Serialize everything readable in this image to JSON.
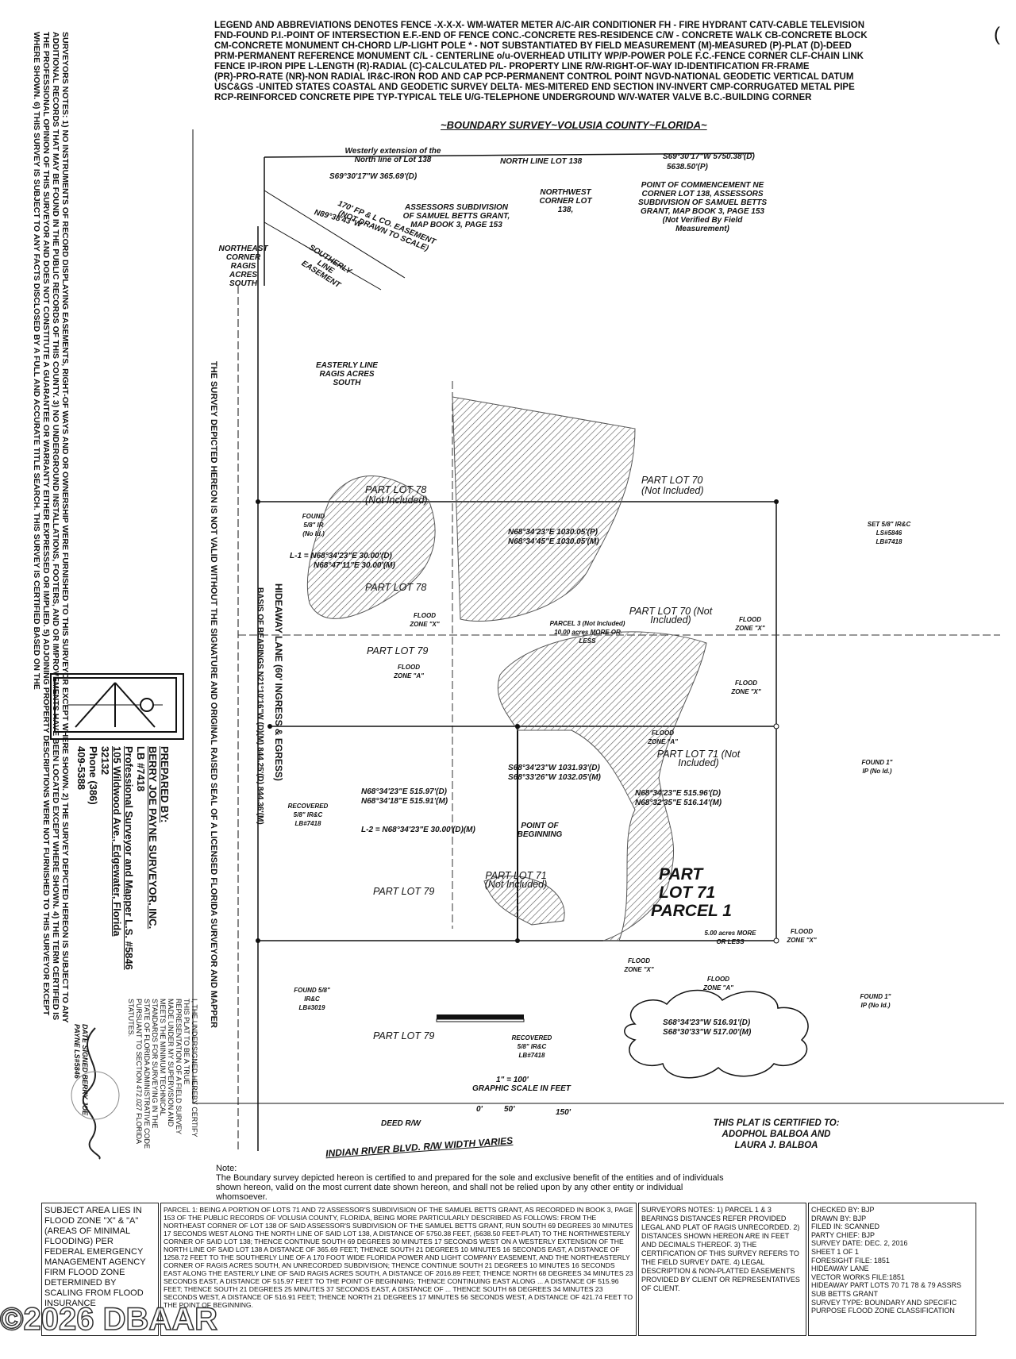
{
  "legend": {
    "lines": [
      "LEGEND AND ABBREVIATIONS   DENOTES FENCE -X-X-X-   WM-WATER METER   A/C-AIR CONDITIONER   FH - FIRE HYDRANT   CATV-CABLE TELEVISION",
      "FND-FOUND   P.I.-POINT OF INTERSECTION   E.F.-END OF FENCE   CONC.-CONCRETE   RES-RESIDENCE   C/W - CONCRETE WALK   CB-CONCRETE BLOCK",
      "CM-CONCRETE MONUMENT   CH-CHORD   L/P-LIGHT POLE   * - NOT SUBSTANTIATED BY FIELD MEASUREMENT   (M)-MEASURED  (P)-PLAT  (D)-DEED",
      "PRM-PERMANENT REFERENCE MONUMENT   C/L - CENTERLINE  o/u-OVERHEAD UTILITY   WP/P-POWER POLE   F.C.-FENCE CORNER   CLF-CHAIN LINK",
      "FENCE   IP-IRON PIPE   L-LENGTH   (R)-RADIAL   (C)-CALCULATED   P/L- PROPERTY LINE   R/W-RIGHT-OF-WAY   ID-IDENTIFICATION   FR-FRAME",
      "(PR)-PRO-RATE   (NR)-NON RADIAL   IR&C-IRON ROD AND CAP   PCP-PERMANENT CONTROL POINT   NGVD-NATIONAL GEODETIC VERTICAL DATUM",
      "USC&GS -UNITED STATES COASTAL AND GEODETIC SURVEY   DELTA-   MES-MITERED END SECTION   INV-INVERT   CMP-CORRUGATED METAL PIPE",
      "RCP-REINFORCED CONCRETE PIPE   TYP-TYPICAL   TELE U/G-TELEPHONE UNDERGROUND W/V-WATER VALVE   B.C.-BUILDING CORNER"
    ]
  },
  "survey_title": "~BOUNDARY SURVEY~VOLUSIA COUNTY~FLORIDA~",
  "side_notes": {
    "surveyors_notes": "SURVEYORS NOTES: 1) NO INSTRUMENTS OF RECORD DISPLAYING EASEMENTS, RIGHT-OF WAYS AND OR OWNERSHIP WERE FURNISHED TO THIS SURVEYOR EXCEPT WHERE SHOWN. 2) THE SURVEY DEPICTED HEREON IS SUBJECT TO ANY ADDITIONAL RECORDS THAT MAY BE FOUND IN THE PUBLIC RECORDS OF THIS COUNTY. 3) NO UNDERGROUND INSTALLATIONS, FOOTERS, AND OR IMPROVEMENTS HAVE BEEN LOCATED EXCEPT WHERE SHOWN. 4) THE TERM CERTIFIED IS THE PROFESSIONAL OPINION OF THIS SURVEYOR AND DOES NOT CONSTITUTE A GUARANTEE OR WARRANTY EITHER EXPRESSED OR IMPLIED. 5) ADJOINING PROPERTY DESCRIPTIONS WERE NOT FURNISHED TO THIS SURVEYOR EXCEPT WHERE SHOWN. 6) THIS SURVEY IS SUBJECT TO ANY FACTS DISCLOSED BY A FULL AND ACCURATE TITLE SEARCH. THIS SURVEY IS CERTIFIED BASED ON THE",
    "validity": "THE SURVEY DEPICTED HEREON IS NOT VALID WITHOUT THE SIGNATURE AND ORIGINAL RAISED SEAL OF A LICENSED FLORIDA SURVEYOR AND MAPPER"
  },
  "plat_labels": {
    "westerly_extension": "Westerly extension of the North line of Lot 138",
    "north_line": "NORTH LINE LOT 138",
    "bearing_top_d": "S69°30'17\"W 5750.38'(D)",
    "bearing_top_p": "5638.50'(P)",
    "bearing_365": "S69°30'17\"W 365.69'(D)",
    "nw_corner": "NORTHWEST CORNER LOT 138,",
    "assessors": "ASSESSORS SUBDIVISION OF SAMUEL BETTS GRANT, MAP BOOK 3, PAGE 153",
    "poc": "POINT OF COMMENCEMENT NE CORNER LOT 138, ASSESSORS SUBDIVISION OF SAMUEL BETTS GRANT, MAP BOOK 3, PAGE 153 (Not Verified By Field Measurement)",
    "ne_corner_ragis": "NORTHEAST CORNER RAGIS ACRES SOUTH",
    "easement": "170' FP & L CO. EASEMENT (NOT DRAWN TO SCALE)",
    "southerly_line": "SOUTHERLY LINE EASEMENT",
    "n89": "N89°38'43\"W",
    "easterly_line": "EASTERLY LINE RAGIS ACRES SOUTH",
    "part_lot_78_top": "PART LOT 78",
    "not_included": "(Not Included)",
    "part_lot_70_top": "PART LOT 70",
    "n68_d": "N68°34'23\"E 1030.05'(P)",
    "n68_m": "N68°34'45\"E 1030.05'(M)",
    "l1": "L-1 = N68°34'23\"E 30.00'(D)",
    "l1b": "N68°47'11\"E 30.00'(M)",
    "found_5_8": "FOUND 5/8\" IR (No Id.)",
    "set_ir": "SET 5/8\" IR&C LS#5846 LB#7418",
    "part_lot_78": "PART LOT 78",
    "flood_x": "FLOOD ZONE \"X\"",
    "flood_a": "FLOOD ZONE \"A\"",
    "parcel3": "PARCEL 3 (Not Included) 10.00 acres MORE OR LESS",
    "part_lot_79": "PART LOT 79",
    "part_lot_70": "PART LOT 70 (Not Included)",
    "hideaway": "HIDEAWAY LANE (60' INGRESS & EGRESS)",
    "basis": "BASIS OF BEARINGS N21°10'16\"W (D)(M) 844.25'(D) 844.36'(M)",
    "part_lot_71_top": "PART LOT 71 (Not Included)",
    "s68_d": "S68°34'23\"W 1031.93'(D)",
    "s68_m": "S68°33'26\"W 1032.05'(M)",
    "n68_515d": "N68°34'23\"E 515.97'(D)",
    "n68_515m": "N68°34'18\"E 515.91'(M)",
    "n68_516d": "N68°34'23\"E 515.96'(D)",
    "n68_516m": "N68°32'35\"E 516.14'(M)",
    "l2": "L-2 = N68°34'23\"E 30.00'(D)(M)",
    "pob": "POINT OF BEGINNING",
    "recovered": "RECOVERED 5/8\" IR&C LB#7418",
    "part_lot_71_mid": "PART LOT 71 (Not Included)",
    "parcel1_a": "PART",
    "parcel1_b": "LOT 71",
    "parcel1_c": "PARCEL 1",
    "acres5": "5.00 acres MORE OR LESS",
    "found_ip": "FOUND 1\" IP (No Id.)",
    "found_lb": "FOUND 5/8\" IR&C LB#3019",
    "part_lot_79_low": "PART LOT 79",
    "s68_bot_d": "S68°34'23\"W 516.91'(D)",
    "s68_bot_m": "S68°30'33\"W 517.00'(M)",
    "deed_rw": "DEED R/W",
    "scale": "1\" = 100'",
    "scale_label": "GRAPHIC SCALE IN FEET",
    "scale_0": "0'",
    "scale_50": "50'",
    "scale_150": "150'",
    "indian_river": "INDIAN RIVER BLVD. R/W WIDTH VARIES"
  },
  "certification": {
    "line1": "THIS PLAT IS CERTIFIED TO:",
    "line2": "ADOPHOL BALBOA AND",
    "line3": "LAURA J. BALBOA"
  },
  "prepared_by": {
    "heading": "PREPARED BY:",
    "firm": "BERRY JOE PAYNE SURVEYOR, INC.",
    "lb": "LB #7418",
    "title": "Professional Surveyor and Mapper L.S. #5846",
    "address": "105 Wildwood Ave., Edgewater, Florida",
    "zip": "32132",
    "phone": "Phone (386)",
    "phone2": "409-5388"
  },
  "note": {
    "heading": "Note:",
    "text": "The Boundary survey depicted hereon is certified to and prepared for the sole and exclusive benefit of the entities and of individuals shown hereon, valid on the most current date shown hereon, and shall not be relied upon by any other entity or individual whomsoever."
  },
  "bottom": {
    "flood": "SUBJECT AREA LIES IN FLOOD ZONE \"X\" & \"A\" (AREAS OF MINIMAL FLOODING) PER FEDERAL EMERGENCY MANAGEMENT AGENCY FIRM FLOOD ZONE DETERMINED BY SCALING FROM FLOOD INSURANCE",
    "parcel": "PARCEL 1: BEING A PORTION OF LOTS 71 AND 72 ASSESSOR'S SUBDIVISION OF THE SAMUEL BETTS GRANT, AS RECORDED IN BOOK 3, PAGE 153 OF THE PUBLIC RECORDS OF VOLUSIA COUNTY, FLORIDA, BEING MORE PARTICULARLY DESCRIBED AS FOLLOWS: FROM THE NORTHEAST CORNER OF LOT 138 OF SAID ASSESSOR'S SUBDIVISION OF THE SAMUEL BETTS GRANT, RUN SOUTH 69 DEGREES 30 MINUTES 17 SECONDS WEST ALONG THE NORTH LINE OF SAID LOT 138, A DISTANCE OF 5750.38 FEET, (5638.50 FEET-PLAT) TO THE NORTHWESTERLY CORNER OF SAID LOT 138; THENCE CONTINUE SOUTH 69 DEGREES 30 MINUTES 17 SECONDS WEST ON A WESTERLY EXTENSION OF THE NORTH LINE OF SAID LOT 138 A DISTANCE OF 365.69 FEET; THENCE SOUTH 21 DEGREES 10 MINUTES 16 SECONDS EAST, A DISTANCE OF 1258.72 FEET TO THE SOUTHERLY LINE OF A 170 FOOT WIDE FLORIDA POWER AND LIGHT COMPANY EASEMENT, AND THE NORTHEASTERLY CORNER OF RAGIS ACRES SOUTH, AN UNRECORDED SUBDIVISION; THENCE CONTINUE SOUTH 21 DEGREES 10 MINUTES 16 SECONDS EAST ALONG THE EASTERLY LINE OF SAID RAGIS ACRES SOUTH, A DISTANCE OF 2016.89 FEET; THENCE NORTH 68 DEGREES 34 MINUTES 23 SECONDS EAST, A DISTANCE OF 515.97 FEET TO THE POINT OF BEGINNING; THENCE CONTINUING EAST ALONG ... A DISTANCE OF 515.96 FEET; THENCE SOUTH 21 DEGREES 25 MINUTES 37 SECONDS EAST, A DISTANCE OF ... THENCE SOUTH 68 DEGREES 34 MINUTES 23 SECONDS WEST, A DISTANCE OF 516.91 FEET; THENCE NORTH 21 DEGREES 17 MINUTES 56 SECONDS WEST, A DISTANCE OF 421.74 FEET TO THE POINT OF BEGINNING.",
    "surveyors": "SURVEYORS NOTES: 1) PARCEL 1 & 3 BEARINGS DISTANCES REFER PROVIDED LEGAL AND PLAT OF RAGIS UNRECORDED. 2) DISTANCES SHOWN HEREON ARE IN FEET AND DECIMALS THEREOF. 3) THE CERTIFICATION OF THIS SURVEY REFERS TO THE FIELD SURVEY DATE. 4) LEGAL DESCRIPTION & NON-PLATTED EASEMENTS PROVIDED BY CLIENT OR REPRESENTATIVES OF CLIENT.",
    "info": "CHECKED BY: BJP\nDRAWN BY: BJP\nFILED IN: SCANNED\nPARTY CHIEF: BJP\nSURVEY DATE: DEC. 2, 2016\nSHEET 1 OF 1\nFORESIGHT FILE: 1851\nHIDEAWAY LANE\nVECTOR WORKS FILE:1851\nHIDEAWAY PART LOTS 70 71 78 & 79 ASSRS SUB BETTS GRANT\nSURVEY TYPE: BOUNDARY AND SPECIFIC PURPOSE FLOOD ZONE CLASSIFICATION"
  },
  "watermark": "©2026 DBAAR",
  "signature_label": "DATE SIGNED BERRY JOE PAYNE LS#5846",
  "cert_statement": "I, THE UNDERSIGNED HEREBY CERTIFY THIS PLAT TO BE A TRUE REPRESENTATION OF A FIELD SURVEY MADE UNDER MY SUPERVISION AND MEETS THE MINIMUM TECHNICAL STANDARDS FOR SURVEYING IN THE STATE OF FLORIDA ADMINISTRATIVE CODE PURSUANT TO SECTION 472.027 FLORIDA STATUTES.",
  "colors": {
    "ink": "#111111",
    "hatch": "#555555"
  }
}
